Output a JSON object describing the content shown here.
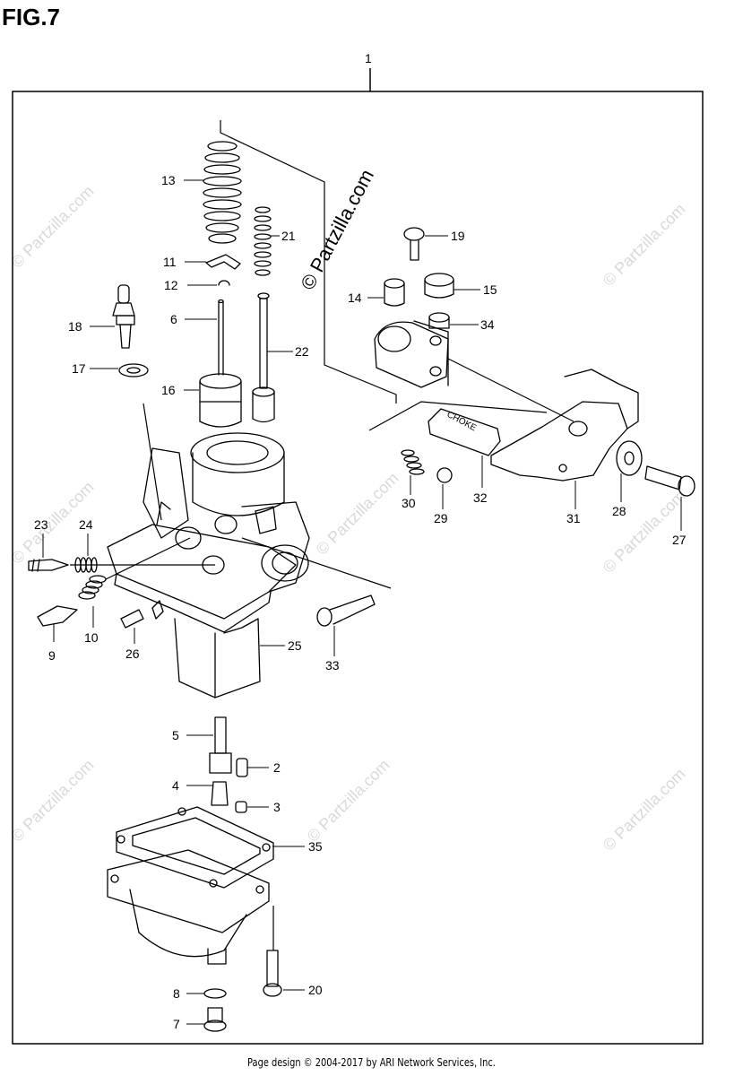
{
  "figure": {
    "title": "FIG.7"
  },
  "assembly_label": "1",
  "watermark": {
    "main": "© Partzilla.com",
    "faint": "© Partzilla.com"
  },
  "callouts": {
    "p2": "2",
    "p3": "3",
    "p4": "4",
    "p5": "5",
    "p6": "6",
    "p7": "7",
    "p8": "8",
    "p9": "9",
    "p10": "10",
    "p11": "11",
    "p12": "12",
    "p13": "13",
    "p14": "14",
    "p15": "15",
    "p16": "16",
    "p17": "17",
    "p18": "18",
    "p19": "19",
    "p20": "20",
    "p21": "21",
    "p22": "22",
    "p23": "23",
    "p24": "24",
    "p25": "25",
    "p26": "26",
    "p27": "27",
    "p28": "28",
    "p29": "29",
    "p30": "30",
    "p31": "31",
    "p32": "32",
    "p33": "33",
    "p34": "34",
    "p35": "35"
  },
  "choke_plate_text": "CHOKE",
  "footer": {
    "text": "Page design © 2004-2017 by ARI Network Services, Inc."
  }
}
